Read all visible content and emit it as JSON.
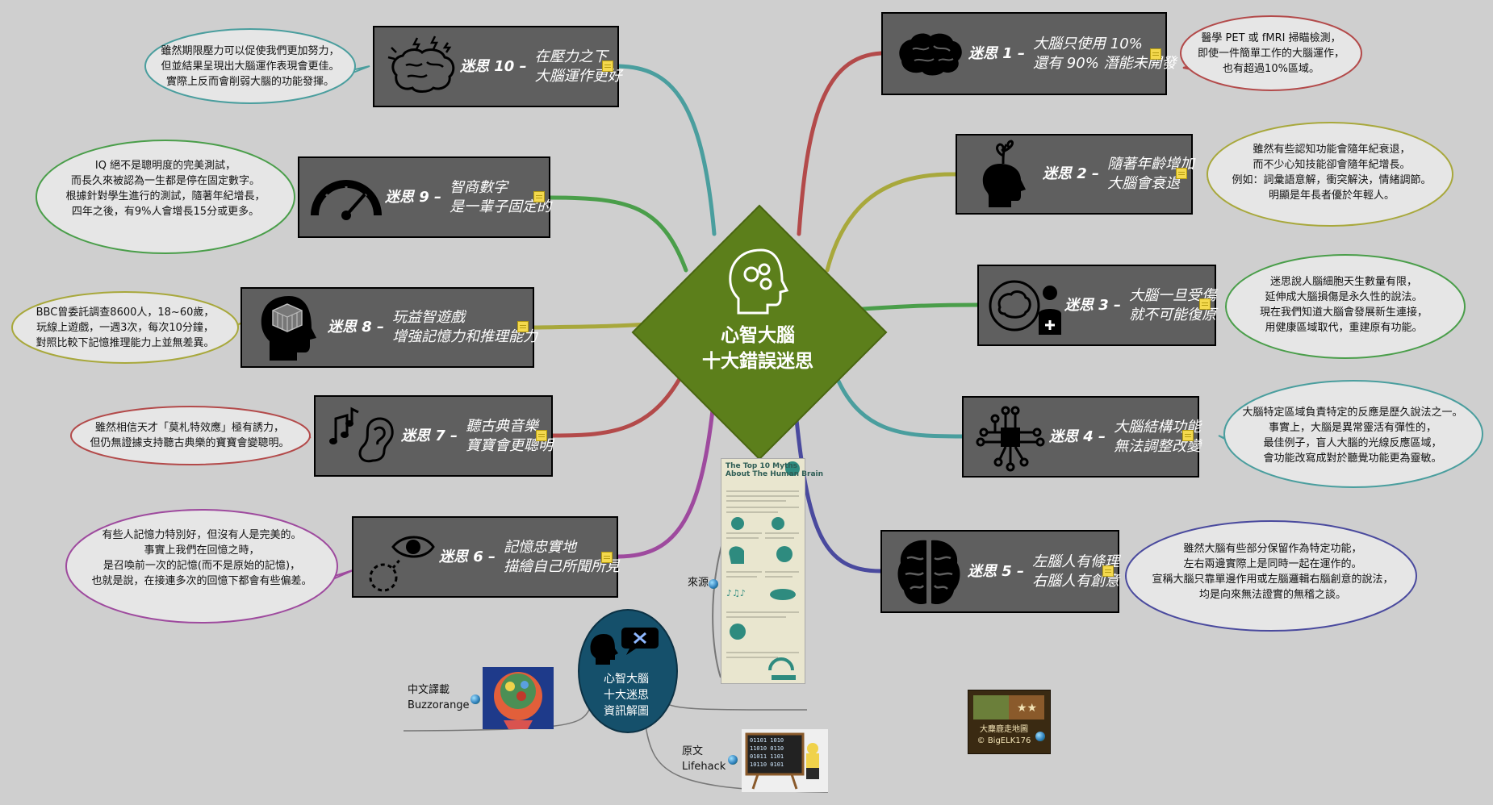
{
  "center": {
    "line1": "心智大腦",
    "line2": "十大錯誤迷思"
  },
  "myths": [
    {
      "id": "myth-1",
      "num": "迷思 1 –",
      "line1": "大腦只使用 10%",
      "line2": "還有 90% 潛能未開發",
      "icon": "brain-icon",
      "note_lines": [
        "醫學 PET 或 fMRI 掃瞄檢測，",
        "即使一件簡單工作的大腦運作，",
        "也有超過10%區域。"
      ],
      "color": "#b34a4a"
    },
    {
      "id": "myth-2",
      "num": "迷思 2 –",
      "line1": "隨著年齡增加",
      "line2": "大腦會衰退",
      "icon": "head-sprout-icon",
      "note_lines": [
        "雖然有些認知功能會隨年紀衰退，",
        "而不少心知技能卻會隨年紀增長。",
        "例如：詞彙語意解，衝突解決，情緒調節。",
        "明顯是年長者優於年輕人。"
      ],
      "color": "#a8a83c"
    },
    {
      "id": "myth-3",
      "num": "迷思 3 –",
      "line1": "大腦一旦受傷",
      "line2": "就不可能復原",
      "icon": "brain-doctor-icon",
      "note_lines": [
        "迷思說人腦細胞天生數量有限，",
        "延伸成大腦損傷是永久性的說法。",
        "現在我們知道大腦會發展新生連接，",
        "用健康區域取代，重建原有功能。"
      ],
      "color": "#4a9e4a"
    },
    {
      "id": "myth-4",
      "num": "迷思 4 –",
      "line1": "大腦結構功能",
      "line2": "無法調整改變",
      "icon": "circuit-chip-icon",
      "note_lines": [
        "大腦特定區域負責特定的反應是歷久說法之一。",
        "事實上，大腦是異常靈活有彈性的，",
        "最佳例子，盲人大腦的光線反應區域，",
        "會功能改寫成對於聽覺功能更為靈敏。"
      ],
      "color": "#4a9e9e"
    },
    {
      "id": "myth-5",
      "num": "迷思 5 –",
      "line1": "左腦人有條理",
      "line2": "右腦人有創意",
      "icon": "brain-hemispheres-icon",
      "note_lines": [
        "雖然大腦有些部分保留作為特定功能，",
        "左右兩邊實際上是同時一起在運作的。",
        "宣稱大腦只靠單邊作用或左腦邏輯右腦創意的說法，",
        "均是向來無法證實的無稽之談。"
      ],
      "color": "#4a4a9e"
    },
    {
      "id": "myth-6",
      "num": "迷思 6 –",
      "line1": "記憶忠實地",
      "line2": "描繪自己所聞所見",
      "icon": "eye-memory-icon",
      "note_lines": [
        "有些人記憶力特別好，但沒有人是完美的。",
        "事實上我們在回憶之時，",
        "是召喚前一次的記憶(而不是原始的記憶)，",
        "也就是說，在接連多次的回憶下都會有些偏差。"
      ],
      "color": "#9e4a9e"
    },
    {
      "id": "myth-7",
      "num": "迷思 7 –",
      "line1": "聽古典音樂",
      "line2": "寶寶會更聰明",
      "icon": "music-ear-icon",
      "note_lines": [
        "雖然相信天才「莫札特效應」極有誘力，",
        "但仍無證據支持聽古典樂的寶寶會變聰明。"
      ],
      "color": "#b34a4a"
    },
    {
      "id": "myth-8",
      "num": "迷思 8 –",
      "line1": "玩益智遊戲",
      "line2": "增強記憶力和推理能力",
      "icon": "cube-head-icon",
      "note_lines": [
        "BBC曾委託調查8600人，18~60歲，",
        "玩線上遊戲，一週3次，每次10分鐘，",
        "對照比較下記憶推理能力上並無差異。"
      ],
      "color": "#a8a83c"
    },
    {
      "id": "myth-9",
      "num": "迷思 9 –",
      "line1": "智商數字",
      "line2": "是一輩子固定的",
      "icon": "gauge-icon",
      "note_lines": [
        "IQ 絕不是聰明度的完美測試，",
        "而長久來被認為一生都是停在固定數字。",
        "根據針對學生進行的測試，隨著年紀增長，",
        "四年之後，有9%人會增長15分或更多。"
      ],
      "color": "#4a9e4a"
    },
    {
      "id": "myth-10",
      "num": "迷思 10 –",
      "line1": "在壓力之下",
      "line2": "大腦運作更好",
      "icon": "stressed-brain-icon",
      "note_lines": [
        "雖然期限壓力可以促使我們更加努力，",
        "但並結果呈現出大腦運作表現會更佳。",
        "實際上反而會削弱大腦的功能發揮。"
      ],
      "color": "#4a9e9e"
    }
  ],
  "info": {
    "line1": "心智大腦",
    "line2": "十大迷思",
    "line3": "資訊解圖",
    "icon": "speech-head-icon",
    "source_label": "來源",
    "translation_label_1": "中文譯載",
    "translation_label_2": "Buzzorange",
    "original_label_1": "原文",
    "original_label_2": "Lifehack",
    "poster_title_1": "The Top 10 Myths",
    "poster_title_2": "About The Human Brain",
    "credit_1": "大麋鹿走地圖",
    "credit_2": "© BigELK176"
  }
}
